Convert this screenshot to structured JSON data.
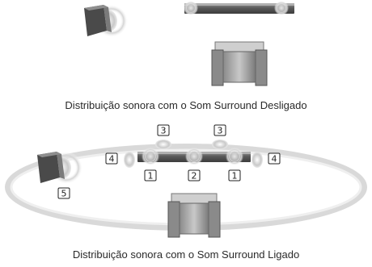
{
  "top": {
    "caption": "Distribuição sonora com o Som Surround Desligado"
  },
  "bottom": {
    "caption": "Distribuição sonora com o Som Surround Ligado",
    "labels": {
      "front_left": "1",
      "front_right": "1",
      "center": "2",
      "top_left": "3",
      "top_right": "3",
      "side_left": "4",
      "side_right": "4",
      "woofer": "5"
    }
  }
}
